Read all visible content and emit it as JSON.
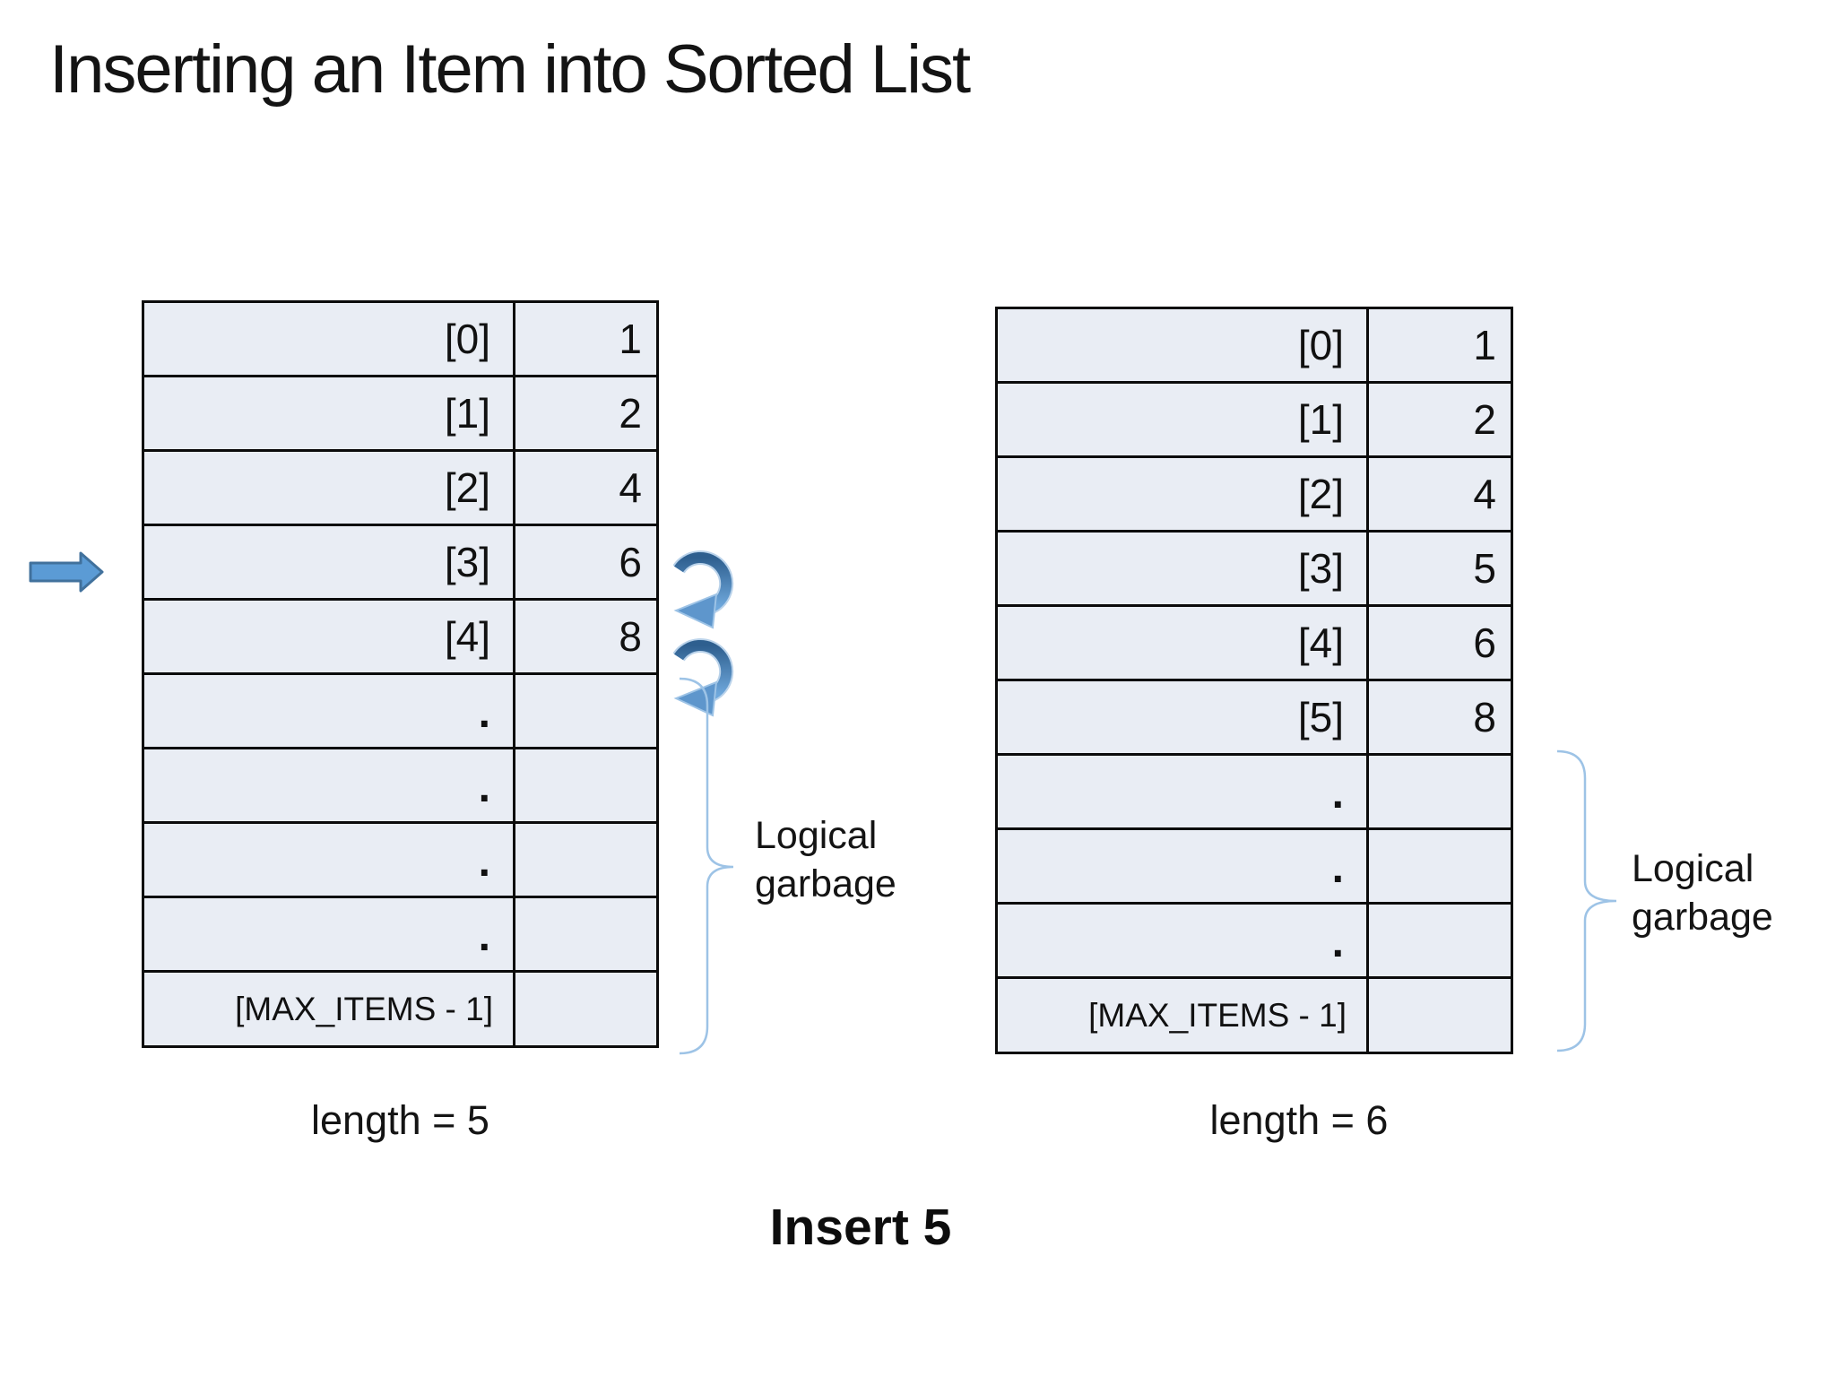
{
  "title": "Inserting an Item into Sorted List",
  "left_table": {
    "rows": [
      {
        "index": "[0]",
        "value": "1"
      },
      {
        "index": "[1]",
        "value": "2"
      },
      {
        "index": "[2]",
        "value": "4"
      },
      {
        "index": "[3]",
        "value": "6"
      },
      {
        "index": "[4]",
        "value": "8"
      },
      {
        "index": ".",
        "value": ""
      },
      {
        "index": ".",
        "value": ""
      },
      {
        "index": ".",
        "value": ""
      },
      {
        "index": ".",
        "value": ""
      },
      {
        "index": "[MAX_ITEMS - 1]",
        "value": ""
      }
    ],
    "caption": "length = 5",
    "garbage_label": "Logical garbage"
  },
  "right_table": {
    "rows": [
      {
        "index": "[0]",
        "value": "1"
      },
      {
        "index": "[1]",
        "value": "2"
      },
      {
        "index": "[2]",
        "value": "4"
      },
      {
        "index": "[3]",
        "value": "5"
      },
      {
        "index": "[4]",
        "value": "6"
      },
      {
        "index": "[5]",
        "value": "8"
      },
      {
        "index": ".",
        "value": ""
      },
      {
        "index": ".",
        "value": ""
      },
      {
        "index": ".",
        "value": ""
      },
      {
        "index": "[MAX_ITEMS - 1]",
        "value": ""
      }
    ],
    "caption": "length = 6",
    "garbage_label": "Logical garbage"
  },
  "bottom_caption": "Insert 5",
  "colors": {
    "cell_fill": "#E9EDF4",
    "table_border": "#0b0b0b",
    "block_arrow_fill": "#5B9BD5",
    "block_arrow_border": "#41719C",
    "rotate_arrow_dark": "#2E5F8F",
    "rotate_arrow_light": "#6FA8DC",
    "brace": "#9DC3E6"
  }
}
